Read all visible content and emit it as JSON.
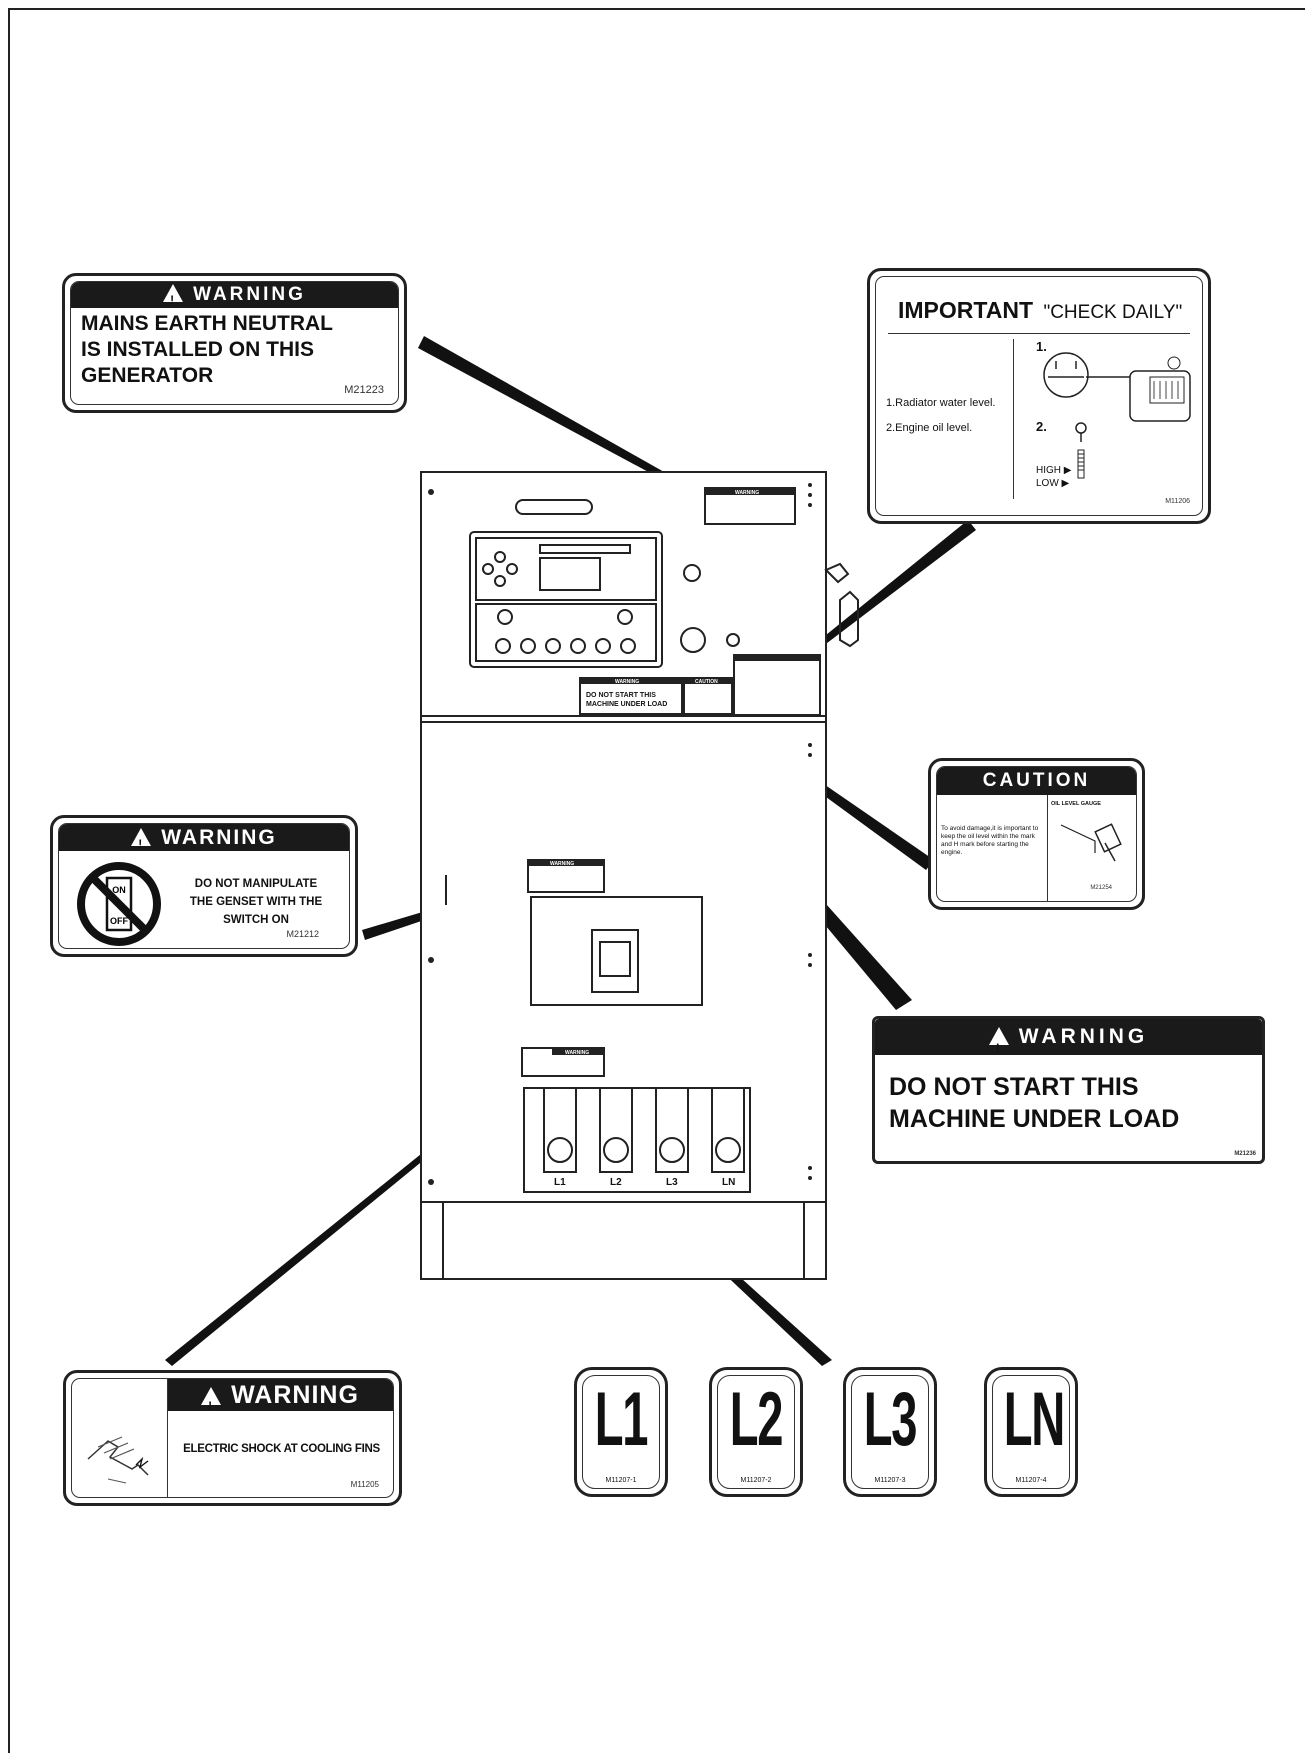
{
  "warning_earth": {
    "header": "WARNING",
    "lines": [
      "MAINS EARTH NEUTRAL",
      "IS INSTALLED ON THIS",
      "GENERATOR"
    ],
    "code": "M21223"
  },
  "important": {
    "title": "IMPORTANT",
    "subtitle": "\"CHECK DAILY\"",
    "item1": "1.Radiator water level.",
    "item2": "2.Engine oil level.",
    "step1": "1.",
    "step2": "2.",
    "high": "HIGH",
    "low": "LOW",
    "code": "M11206"
  },
  "warning_switch": {
    "header": "WARNING",
    "lines": [
      "DO NOT MANIPULATE",
      "THE GENSET WITH THE",
      "SWITCH ON"
    ],
    "on": "ON",
    "off": "OFF",
    "code": "M21212"
  },
  "caution": {
    "header": "CAUTION",
    "body": "To avoid damage,it is important to keep the oil level within the mark and H mark before starting the engine.",
    "gauge": "OIL LEVEL GAUGE",
    "code": "M21254"
  },
  "warning_load": {
    "header": "WARNING",
    "lines": [
      "DO NOT START THIS",
      "MACHINE UNDER LOAD"
    ],
    "code": "M21236"
  },
  "warning_shock": {
    "header": "WARNING",
    "text": "ELECTRIC SHOCK AT COOLING FINS",
    "code": "M11205"
  },
  "phases": [
    {
      "label": "L1",
      "code": "M11207-1"
    },
    {
      "label": "L2",
      "code": "M11207-2"
    },
    {
      "label": "L3",
      "code": "M11207-3"
    },
    {
      "label": "LN",
      "code": "M11207-4"
    }
  ],
  "mini": {
    "warning": "WARNING",
    "load_lines": [
      "DO NOT START THIS",
      "MACHINE UNDER LOAD"
    ],
    "caution": "CAUTION",
    "terminals": [
      "L1",
      "L2",
      "L3",
      "LN"
    ]
  }
}
